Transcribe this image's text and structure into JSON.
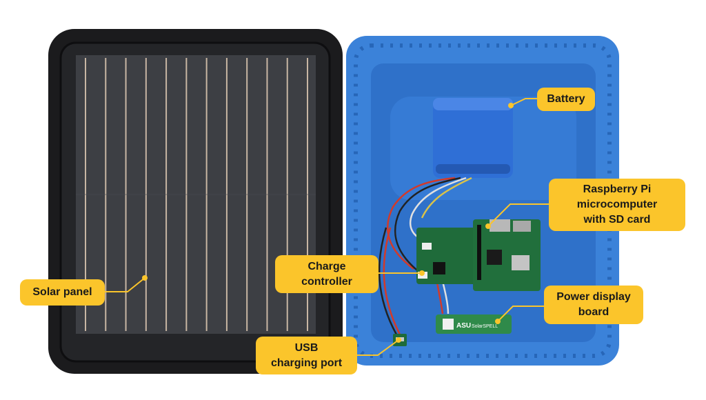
{
  "colors": {
    "callout": "#fbc52b",
    "leader": "#fbc52b",
    "panel_frame": "#1b1b1d",
    "panel_cells": "#3d3f44",
    "busbar": "#c9b7a4",
    "enclosure": "#3b82d9",
    "enclosure_inner": "#2f71c9",
    "battery": "#2f6fd6",
    "pcb": "#1f6b3a",
    "display_board": "#2f8a4a"
  },
  "labels": {
    "battery": [
      "Battery"
    ],
    "raspberry_pi": [
      "Raspberry Pi",
      "microcomputer",
      "with SD card"
    ],
    "charge_controller": [
      "Charge",
      "controller"
    ],
    "solar_panel": [
      "Solar panel"
    ],
    "power_display": [
      "Power display",
      "board"
    ],
    "usb_port": [
      "USB",
      "charging port"
    ]
  },
  "pcb_text": {
    "logo": "ASU",
    "brand": "SolarSPELL"
  }
}
